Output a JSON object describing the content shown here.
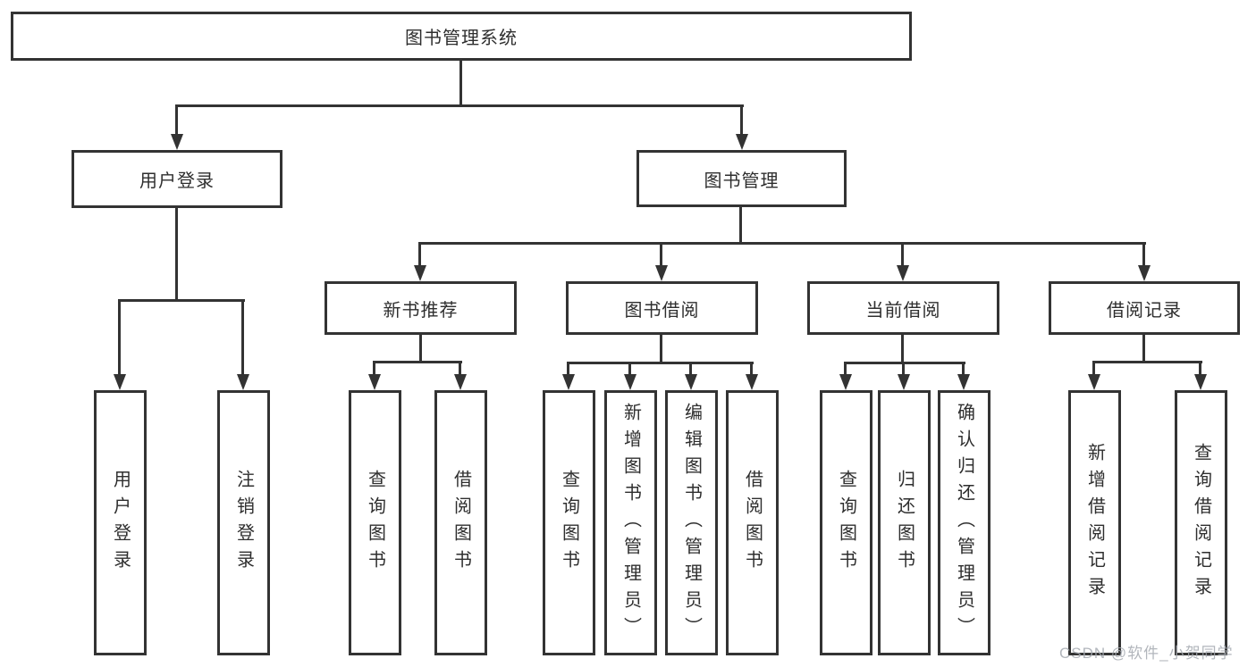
{
  "nodes": {
    "root": "图书管理系统",
    "user_login": "用户登录",
    "book_mgmt": "图书管理",
    "leaf_user_login": "用户登录",
    "leaf_logout": "注销登录",
    "new_book_rec": "新书推荐",
    "book_borrow": "图书借阅",
    "current_borrow": "当前借阅",
    "borrow_record": "借阅记录",
    "nb_query": "查询图书",
    "nb_borrow": "借阅图书",
    "bb_query": "查询图书",
    "bb_add": "新增图书（管理员）",
    "bb_edit": "编辑图书（管理员）",
    "bb_borrow": "借阅图书",
    "cb_query": "查询图书",
    "cb_return": "归还图书",
    "cb_confirm": "确认归还（管理员）",
    "br_add": "新增借阅记录",
    "br_query": "查询借阅记录"
  },
  "edges": [
    {
      "from": "图书管理系统",
      "to": [
        "用户登录",
        "图书管理"
      ]
    },
    {
      "from": "用户登录",
      "to": [
        "用户登录",
        "注销登录"
      ]
    },
    {
      "from": "图书管理",
      "to": [
        "新书推荐",
        "图书借阅",
        "当前借阅",
        "借阅记录"
      ]
    },
    {
      "from": "新书推荐",
      "to": [
        "查询图书",
        "借阅图书"
      ]
    },
    {
      "from": "图书借阅",
      "to": [
        "查询图书",
        "新增图书（管理员）",
        "编辑图书（管理员）",
        "借阅图书"
      ]
    },
    {
      "from": "当前借阅",
      "to": [
        "查询图书",
        "归还图书",
        "确认归还（管理员）"
      ]
    },
    {
      "from": "借阅记录",
      "to": [
        "新增借阅记录",
        "查询借阅记录"
      ]
    }
  ],
  "watermark": "CSDN @软件_小贺同学",
  "colors": {
    "line": "#333333",
    "text": "#2e2e2e",
    "watermark": "#a4a9b0",
    "background": "#ffffff"
  }
}
